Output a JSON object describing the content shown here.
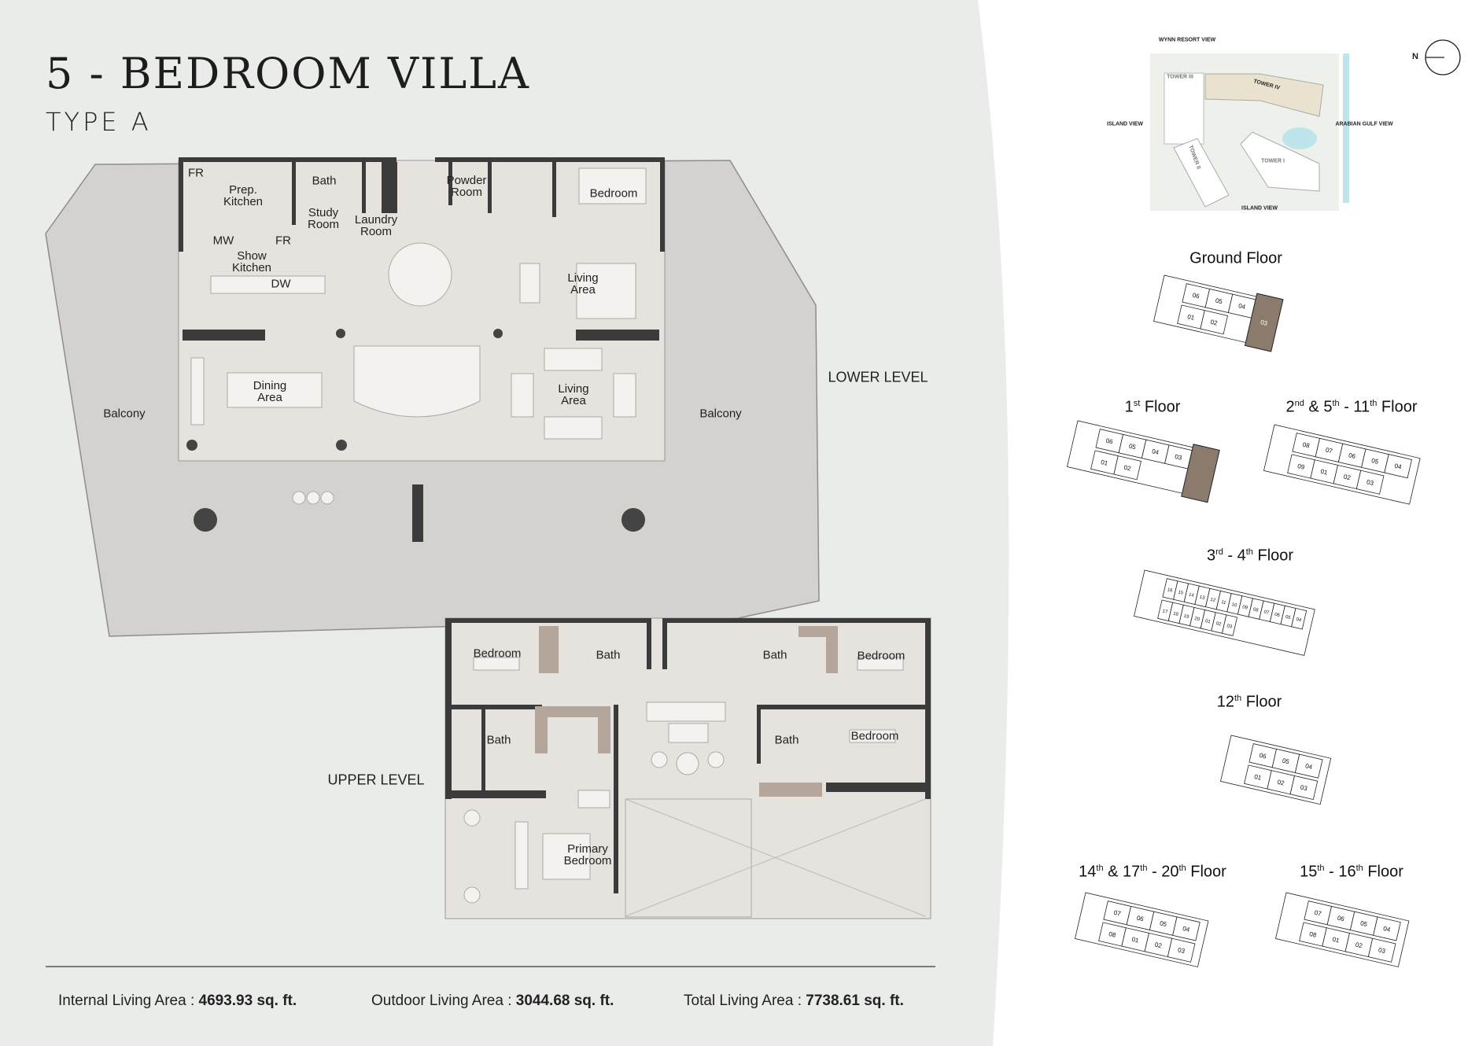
{
  "header": {
    "title": "5 - BEDROOM VILLA",
    "subtitle": "TYPE A"
  },
  "colors": {
    "page_bg": "#e9ece8",
    "interior": "#e6e3de",
    "balcony": "#d4d2ce",
    "wall": "#3b3b3b",
    "highlight_unit": "#8b7b6d"
  },
  "lower_level": {
    "label": "LOWER LEVEL",
    "rooms": [
      "FR",
      "Prep.\nKitchen",
      "Bath",
      "Study\nRoom",
      "Laundry\nRoom",
      "Powder\nRoom",
      "Bedroom",
      "MW",
      "FR",
      "Show\nKitchen",
      "DW",
      "Living\nArea",
      "Dining\nArea",
      "Living\nArea",
      "Balcony",
      "Balcony"
    ]
  },
  "upper_level": {
    "label": "UPPER LEVEL",
    "rooms": [
      "Bedroom",
      "Bath",
      "Bath",
      "Bedroom",
      "Bath",
      "Bath",
      "Bedroom",
      "Primary\nBedroom"
    ]
  },
  "areas": [
    {
      "label": "Internal Living Area : ",
      "value": "4693.93 sq. ft."
    },
    {
      "label": "Outdoor Living Area : ",
      "value": "3044.68 sq. ft."
    },
    {
      "label": "Total Living Area : ",
      "value": "7738.61 sq. ft."
    }
  ],
  "site_map": {
    "views": [
      "WYNN RESORT\nVIEW",
      "ISLAND\nVIEW",
      "ARABIAN GULF\nVIEW",
      "ISLAND\nVIEW"
    ],
    "towers": [
      "TOWER III",
      "TOWER IV",
      "TOWER II",
      "TOWER I"
    ],
    "compass": "N"
  },
  "keyplans": [
    {
      "title": "Ground Floor",
      "title_html": "Ground Floor",
      "units_top": [
        "06",
        "05",
        "04"
      ],
      "units_bottom": [
        "01",
        "02"
      ],
      "highlight": "03"
    },
    {
      "title": "1st Floor",
      "title_html": "1<sup>st</sup> Floor",
      "units_top": [
        "06",
        "05",
        "04",
        "03"
      ],
      "units_bottom": [
        "01",
        "02"
      ],
      "highlight": "unit"
    },
    {
      "title": "2nd & 5th - 11th Floor",
      "title_html": "2<sup>nd</sup> &amp; 5<sup>th</sup> - 11<sup>th</sup> Floor",
      "units_top": [
        "08",
        "07",
        "06",
        "05",
        "04"
      ],
      "units_bottom": [
        "09",
        "01",
        "02",
        "03"
      ],
      "highlight": null
    },
    {
      "title": "3rd - 4th Floor",
      "title_html": "3<sup>rd</sup> - 4<sup>th</sup> Floor",
      "units_top": [
        "16",
        "15",
        "14",
        "13",
        "12",
        "11",
        "10",
        "09",
        "08",
        "07",
        "06",
        "05",
        "04"
      ],
      "units_bottom": [
        "17",
        "18",
        "19",
        "20",
        "01",
        "02",
        "03"
      ],
      "highlight": null
    },
    {
      "title": "12th Floor",
      "title_html": "12<sup>th</sup> Floor",
      "units_top": [
        "06",
        "05",
        "04"
      ],
      "units_bottom": [
        "01",
        "02",
        "03"
      ],
      "highlight": null
    },
    {
      "title": "14th & 17th - 20th Floor",
      "title_html": "14<sup>th</sup> &amp; 17<sup>th</sup> - 20<sup>th</sup> Floor",
      "units_top": [
        "07",
        "06",
        "05",
        "04"
      ],
      "units_bottom": [
        "08",
        "01",
        "02",
        "03"
      ],
      "highlight": null
    },
    {
      "title": "15th - 16th Floor",
      "title_html": "15<sup>th</sup> - 16<sup>th</sup> Floor",
      "units_top": [
        "07",
        "06",
        "05",
        "04"
      ],
      "units_bottom": [
        "08",
        "01",
        "02",
        "03"
      ],
      "highlight": null
    }
  ]
}
